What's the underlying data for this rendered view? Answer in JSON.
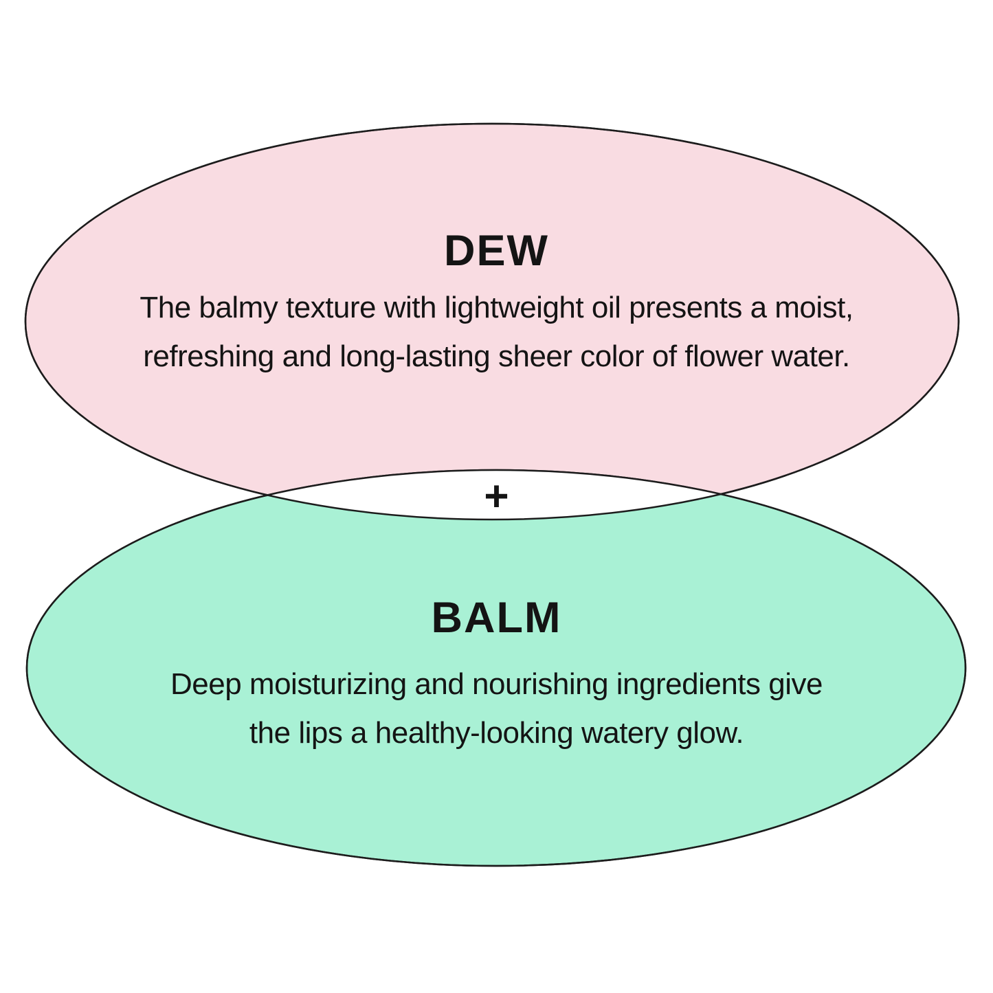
{
  "diagram": {
    "dew_section": {
      "title": "DEW",
      "description_line1": "The balmy texture with lightweight oil presents a moist,",
      "description_line2": "refreshing and long-lasting sheer color of flower water."
    },
    "plus_sign": "+",
    "balm_section": {
      "title": "BALM",
      "description_line1": "Deep moisturizing and nourishing ingredients give",
      "description_line2": "the lips a healthy-looking watery glow."
    }
  },
  "colors": {
    "dew_fill": "#F9DCE2",
    "balm_fill": "#A9F1D5",
    "overlap_fill": "#FFFFFF",
    "outline": "#1C1C1C",
    "text": "#141414",
    "background": "#FFFFFF"
  }
}
